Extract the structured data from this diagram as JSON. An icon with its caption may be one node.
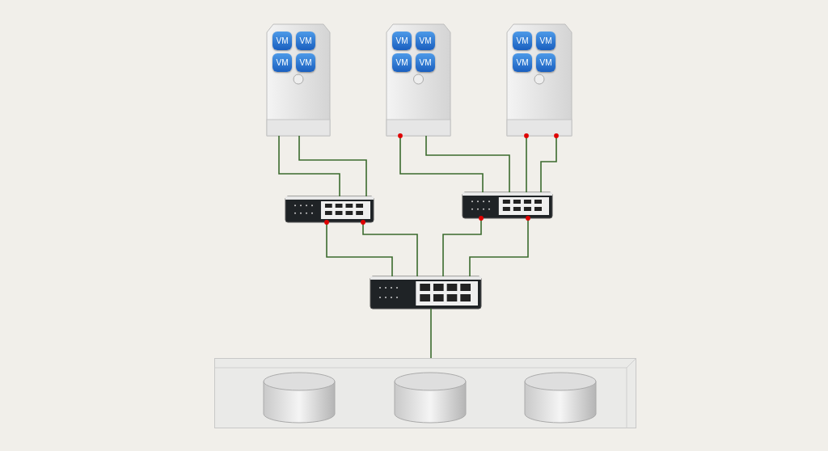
{
  "diagram": {
    "nodes": [
      {
        "text": [],
        "shape": "picture"
      },
      {
        "text": [
          "VM"
        ],
        "in": 0
      },
      {
        "text": [
          "VM"
        ],
        "in": 0
      },
      {
        "text": [
          "VM"
        ],
        "in": 0
      },
      {
        "text": [
          "VM"
        ],
        "in": 0
      },
      {
        "text": [],
        "shape": "picture"
      },
      {
        "text": [
          "VM"
        ],
        "in": 5
      },
      {
        "text": [
          "VM"
        ],
        "in": 5
      },
      {
        "text": [
          "VM"
        ],
        "in": 5
      },
      {
        "text": [
          "VM"
        ],
        "in": 5
      },
      {
        "text": [],
        "shape": "picture"
      },
      {
        "text": [
          "VM"
        ],
        "in": 10
      },
      {
        "text": [
          "VM"
        ],
        "in": 10
      },
      {
        "text": [
          "VM"
        ],
        "in": 10
      },
      {
        "text": [
          "VM"
        ],
        "in": 10
      },
      {
        "text": [],
        "shape": "picture"
      },
      {
        "text": [],
        "shape": "picture"
      },
      {
        "text": [],
        "shape": "picture"
      },
      {
        "text": [],
        "shape": "box"
      },
      {
        "text": [],
        "shape": "cylinder",
        "in": 18
      },
      {
        "text": [],
        "shape": "cylinder",
        "in": 18
      },
      {
        "text": [],
        "shape": "cylinder",
        "in": 18
      }
    ],
    "edges": [
      {
        "from": 0,
        "to": 15,
        "arrow": "none"
      },
      {
        "from": 0,
        "to": 15,
        "arrow": "none"
      },
      {
        "from": 5,
        "to": 16,
        "arrow": "other"
      },
      {
        "from": 5,
        "to": 16,
        "arrow": "none"
      },
      {
        "from": 10,
        "to": 16,
        "arrow": "other"
      },
      {
        "from": 10,
        "to": 16,
        "arrow": "other"
      },
      {
        "from": 15,
        "to": 17,
        "arrow": "other"
      },
      {
        "from": 15,
        "to": 17,
        "arrow": "other"
      },
      {
        "from": 16,
        "to": 17,
        "arrow": "other"
      },
      {
        "from": 16,
        "to": 17,
        "arrow": "other"
      },
      {
        "from": 17,
        "to": 18,
        "arrow": "none"
      }
    ]
  }
}
